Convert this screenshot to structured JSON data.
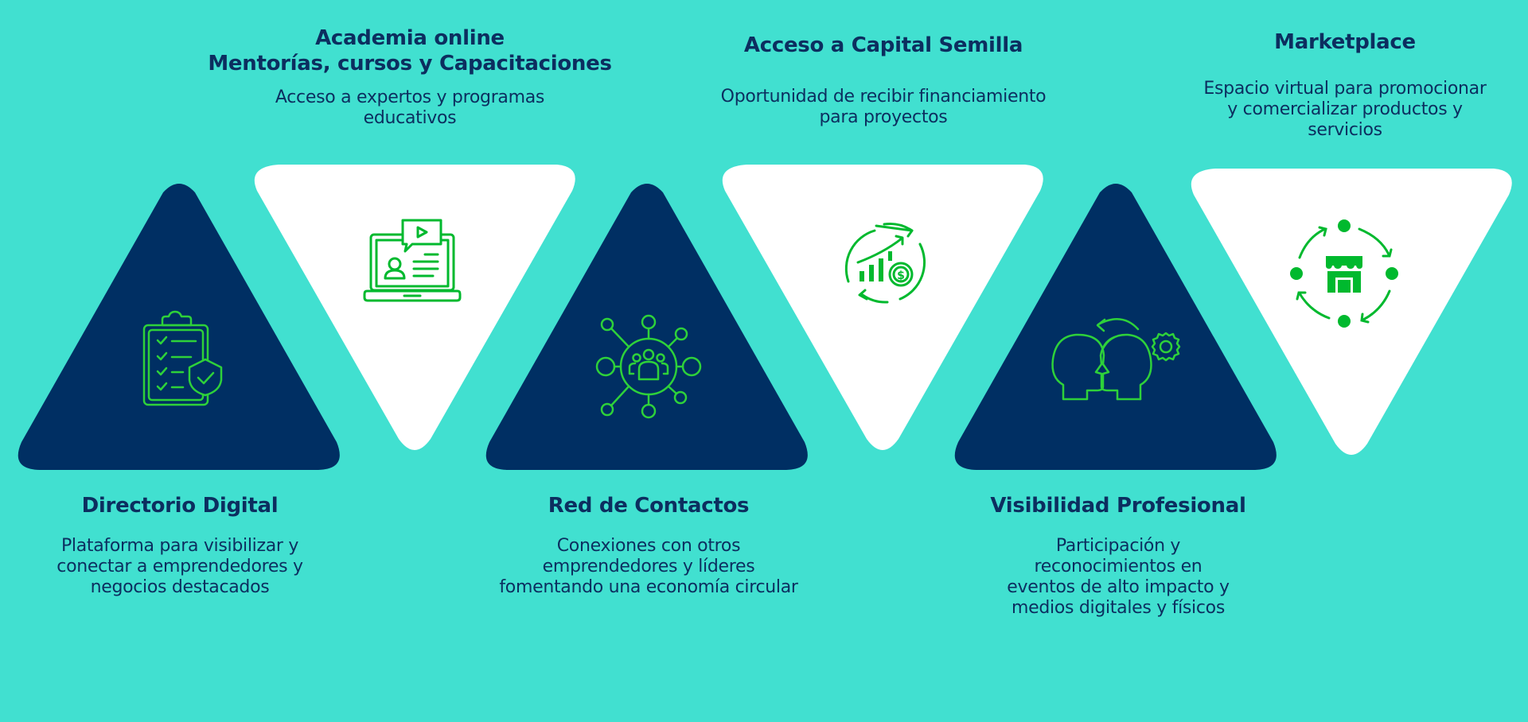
{
  "colors": {
    "background": "#41E0D0",
    "dark_triangle": "#002F63",
    "light_triangle": "#FFFFFF",
    "text": "#0C2E5F",
    "icon_on_dark": "#2ED13A",
    "icon_on_light": "#00B92E"
  },
  "features": [
    {
      "id": "directorio",
      "title_lines": [
        "Directorio Digital"
      ],
      "desc_lines": [
        "Plataforma para visibilizar y",
        "conectar a emprendedores y",
        "negocios destacados"
      ],
      "icon": "clipboard-shield-icon",
      "triangle": "dark-up"
    },
    {
      "id": "academia",
      "title_lines": [
        "Academia online",
        "Mentorías, cursos y Capacitaciones"
      ],
      "desc_lines": [
        "Acceso a expertos y programas",
        "educativos"
      ],
      "icon": "laptop-video-icon",
      "triangle": "light-down"
    },
    {
      "id": "red",
      "title_lines": [
        "Red de Contactos"
      ],
      "desc_lines": [
        "Conexiones con otros",
        "emprendedores y líderes",
        "fomentando una economía circular"
      ],
      "icon": "network-people-icon",
      "triangle": "dark-up"
    },
    {
      "id": "capital",
      "title_lines": [
        "Acceso a Capital Semilla"
      ],
      "desc_lines": [
        "Oportunidad de recibir financiamiento",
        "para proyectos"
      ],
      "icon": "growth-money-icon",
      "triangle": "light-down"
    },
    {
      "id": "visibilidad",
      "title_lines": [
        "Visibilidad Profesional"
      ],
      "desc_lines": [
        "Participación y",
        "reconocimientos en",
        "eventos de alto impacto y",
        "medios digitales y físicos"
      ],
      "icon": "heads-exchange-icon",
      "triangle": "dark-up"
    },
    {
      "id": "marketplace",
      "title_lines": [
        "Marketplace"
      ],
      "desc_lines": [
        "Espacio virtual para promocionar",
        "y comercializar productos y",
        "servicios"
      ],
      "icon": "store-cycle-icon",
      "triangle": "light-down"
    }
  ]
}
